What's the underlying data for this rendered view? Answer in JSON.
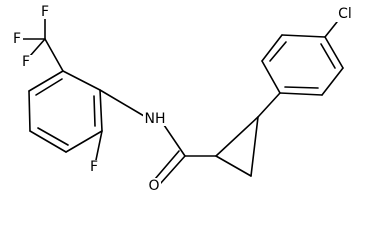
{
  "molecule": {
    "atoms": {
      "f_cf3_top": "F",
      "f_cf3_left": "F",
      "f_cf3_lower": "F",
      "f_ring": "F",
      "nh": "NH",
      "o": "O",
      "cl": "Cl"
    }
  },
  "colors": {
    "bond": "#000000",
    "label": "#000000",
    "background": "#ffffff"
  }
}
